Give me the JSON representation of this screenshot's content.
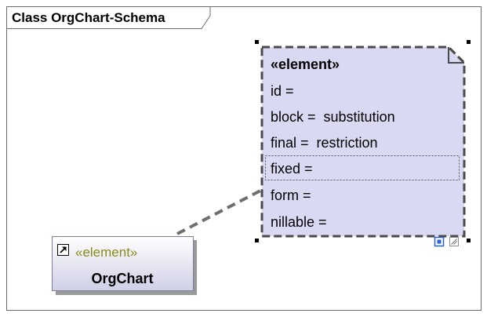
{
  "diagram": {
    "frame_title": "Class OrgChart-Schema"
  },
  "element_box": {
    "stereotype": "«element»",
    "name": "OrgChart",
    "shortcut_icon": "shortcut-arrow-icon",
    "stereotype_color": "#8a8a1a",
    "fill_top": "#ffffff",
    "fill_bottom": "#cfcfe6"
  },
  "note": {
    "fill": "#d9d9f3",
    "border": "#4a4a4a",
    "header": "«element»",
    "lines": [
      "id =",
      "block =  substitution",
      "final =  restriction",
      "fixed =",
      "form =",
      "nillable ="
    ],
    "selected_line": 3,
    "resize_icons": [
      "collapse-toggle-icon",
      "resize-corner-icon"
    ]
  }
}
